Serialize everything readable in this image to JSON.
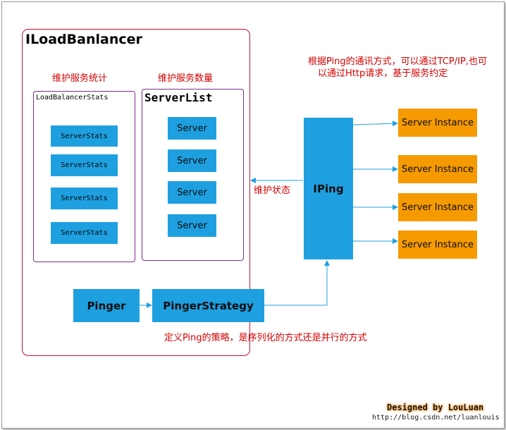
{
  "load_balancer": {
    "title": "ILoadBanlancer",
    "stats_label": "维护服务统计",
    "count_label": "维护服务数量",
    "stats_box_title": "LoadBalancerStats",
    "stats_items": [
      "ServerStats",
      "ServerStats",
      "ServerStats",
      "ServerStats"
    ],
    "server_list_title": "ServerList",
    "server_items": [
      "Server",
      "Server",
      "Server",
      "Server"
    ],
    "pinger": "Pinger",
    "pinger_strategy": "PingerStrategy"
  },
  "iping": {
    "label": "IPing",
    "maintain_state": "维护状态",
    "note_line1": "根据Ping的通讯方式，可以通过TCP/IP,也可",
    "note_line2": "以通过Http请求，基于服务约定"
  },
  "instances": [
    "Server Instance",
    "Server Instance",
    "Server Instance",
    "Server Instance"
  ],
  "strategy_note": "定义Ping的策略，是序列化的方式还是并行的方式",
  "signature": {
    "title": "Designed by LouLuan",
    "url": "http://blog.csdn.net/luanlouis"
  },
  "colors": {
    "blue": "#1ea0e0",
    "orange": "#f59a00",
    "red": "#d40000",
    "purple": "#7b2d8e",
    "outer_border": "#c0142c"
  }
}
